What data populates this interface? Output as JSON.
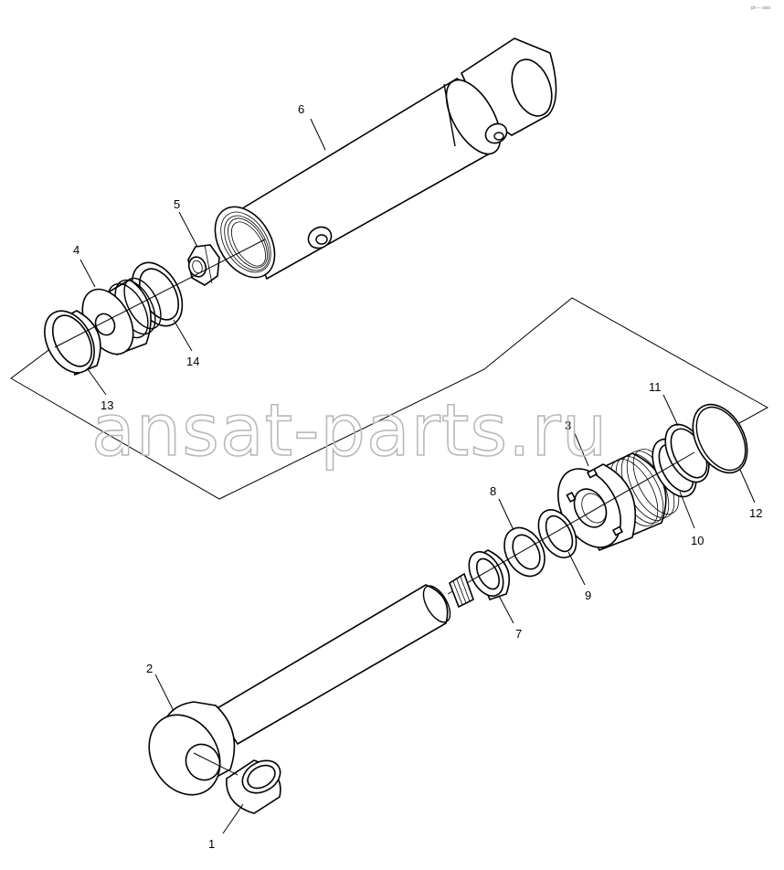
{
  "watermark": "ansat-parts.ru",
  "drawing_code": "pt--- ooo",
  "callouts": [
    {
      "id": "1",
      "label": "1"
    },
    {
      "id": "2",
      "label": "2"
    },
    {
      "id": "3",
      "label": "3"
    },
    {
      "id": "4",
      "label": "4"
    },
    {
      "id": "5",
      "label": "5"
    },
    {
      "id": "6",
      "label": "6"
    },
    {
      "id": "7",
      "label": "7"
    },
    {
      "id": "8",
      "label": "8"
    },
    {
      "id": "9",
      "label": "9"
    },
    {
      "id": "10",
      "label": "10"
    },
    {
      "id": "11",
      "label": "11"
    },
    {
      "id": "12",
      "label": "12"
    },
    {
      "id": "13",
      "label": "13"
    },
    {
      "id": "14",
      "label": "14"
    }
  ]
}
